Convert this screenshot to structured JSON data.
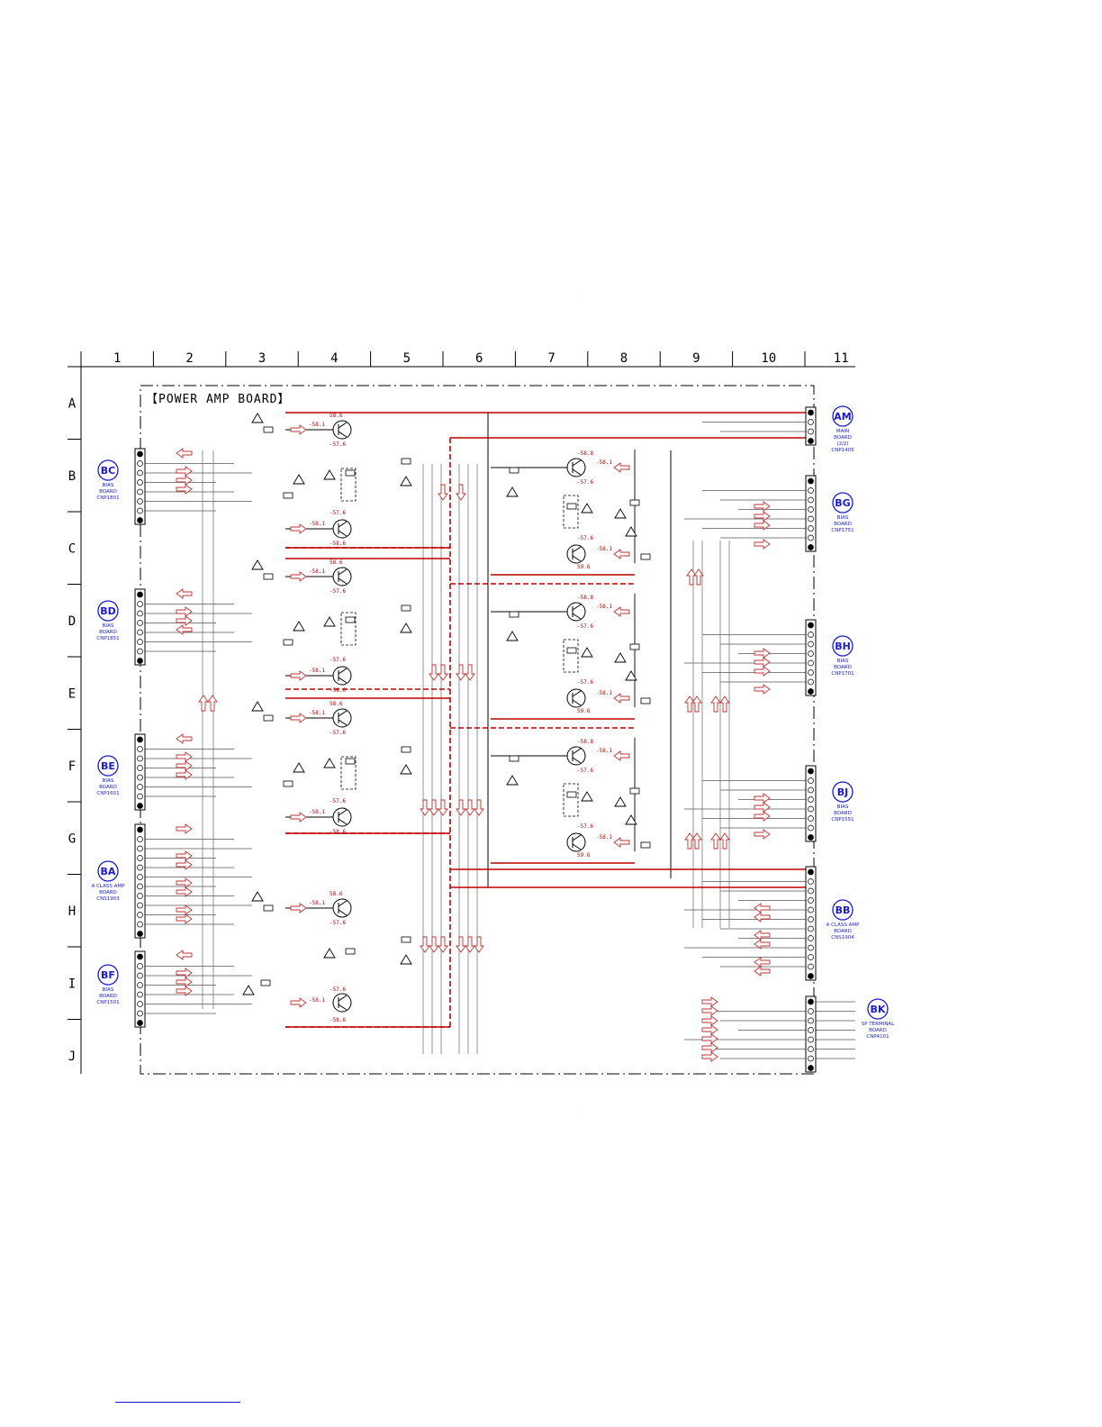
{
  "board_title": "【POWER AMP BOARD】",
  "columns": [
    "1",
    "2",
    "3",
    "4",
    "5",
    "6",
    "7",
    "8",
    "9",
    "10",
    "11"
  ],
  "rows": [
    "A",
    "B",
    "C",
    "D",
    "E",
    "F",
    "G",
    "H",
    "I",
    "J"
  ],
  "connectors_left": [
    {
      "code": "BC",
      "lines": [
        "BIAS",
        "BOARD",
        "CNP1801"
      ]
    },
    {
      "code": "BD",
      "lines": [
        "BIAS",
        "BOARD",
        "CNP1851"
      ]
    },
    {
      "code": "BE",
      "lines": [
        "BIAS",
        "BOARD",
        "CNP1601"
      ]
    },
    {
      "code": "BA",
      "lines": [
        "A CLASS AMP",
        "BOARD",
        "CNS1903"
      ]
    },
    {
      "code": "BF",
      "lines": [
        "BIAS",
        "BOARD",
        "CNP1501"
      ]
    }
  ],
  "connectors_right": [
    {
      "code": "AM",
      "lines": [
        "MAIN",
        "BOARD",
        "(2/2)",
        "CNP1405"
      ]
    },
    {
      "code": "BG",
      "lines": [
        "BIAS",
        "BOARD",
        "CNP1751"
      ]
    },
    {
      "code": "BH",
      "lines": [
        "BIAS",
        "BOARD",
        "CNP1701"
      ]
    },
    {
      "code": "BJ",
      "lines": [
        "BIAS",
        "BOARD",
        "CNP1551"
      ]
    },
    {
      "code": "BB",
      "lines": [
        "A CLASS AMP",
        "BOARD",
        "CNS1904"
      ]
    },
    {
      "code": "BK",
      "lines": [
        "SP TERMINAL",
        "BOARD",
        "CNP4101"
      ]
    }
  ],
  "voltages": {
    "left_stage": [
      "58.6",
      "-58.1",
      "-57.6",
      "-57.6",
      "-58.1",
      "-58.6"
    ],
    "right_stage": [
      "-58.8",
      "-58.1",
      "-57.6",
      "-57.6",
      "-58.1",
      "59.6"
    ]
  },
  "colors": {
    "line": "#000000",
    "power_rail": "#c00000",
    "signal_arrow": "#c03030",
    "connector_label": "#1a1acc"
  }
}
